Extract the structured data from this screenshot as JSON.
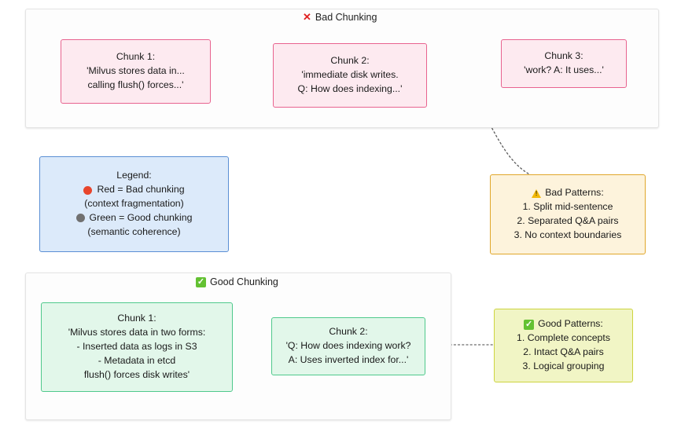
{
  "diagram": {
    "sections": [
      {
        "id": "bad",
        "title": "Bad Chunking",
        "icon": "cross-mark-icon",
        "icon_glyph": "✕"
      },
      {
        "id": "good",
        "title": "Good Chunking",
        "icon": "check-mark-box-icon",
        "icon_glyph": "✓"
      }
    ],
    "bad_chunks": [
      {
        "name": "bad-chunk-1",
        "lines": [
          "Chunk 1:",
          "'Milvus stores data in...",
          "calling flush() forces...'"
        ]
      },
      {
        "name": "bad-chunk-2",
        "lines": [
          "Chunk 2:",
          "'immediate disk writes.",
          "Q: How does indexing...'"
        ]
      },
      {
        "name": "bad-chunk-3",
        "lines": [
          "Chunk 3:",
          "'work? A: It uses...'"
        ]
      }
    ],
    "good_chunks": [
      {
        "name": "good-chunk-1",
        "lines": [
          "Chunk 1:",
          "'Milvus stores data in two forms:",
          "- Inserted data as logs in S3",
          "- Metadata in etcd",
          "flush() forces disk writes'"
        ]
      },
      {
        "name": "good-chunk-2",
        "lines": [
          "Chunk 2:",
          "'Q: How does indexing work?",
          "A: Uses inverted index for...'"
        ]
      }
    ],
    "legend": {
      "title": "Legend:",
      "rows": [
        {
          "marker": "red-circle",
          "text": "Red = Bad chunking"
        },
        {
          "marker": "none",
          "text": "(context fragmentation)"
        },
        {
          "marker": "gray-circle",
          "text": "Green = Good chunking"
        },
        {
          "marker": "none",
          "text": "(semantic coherence)"
        }
      ]
    },
    "bad_patterns": {
      "title": "Bad Patterns:",
      "icon": "warning-triangle-icon",
      "items": [
        "1. Split mid-sentence",
        "2. Separated Q&A pairs",
        "3. No context boundaries"
      ]
    },
    "good_patterns": {
      "title": "Good Patterns:",
      "icon": "check-mark-box-icon",
      "items": [
        "1. Complete concepts",
        "2. Intact Q&A pairs",
        "3. Logical grouping"
      ]
    },
    "colors": {
      "bad_fill": "#fdeaf0",
      "bad_border": "#e8638f",
      "good_fill": "#e2f7ea",
      "good_border": "#4fc98c",
      "legend_fill": "#dceafa",
      "legend_border": "#5b8fd4",
      "bad_patterns_fill": "#fdf3dc",
      "bad_patterns_border": "#e0a62a",
      "good_patterns_fill": "#f1f5c5",
      "good_patterns_border": "#cdd43f",
      "arrow": "#8a8a8a",
      "cross_mark": "#e02020",
      "check_mark": "#63c132"
    }
  }
}
